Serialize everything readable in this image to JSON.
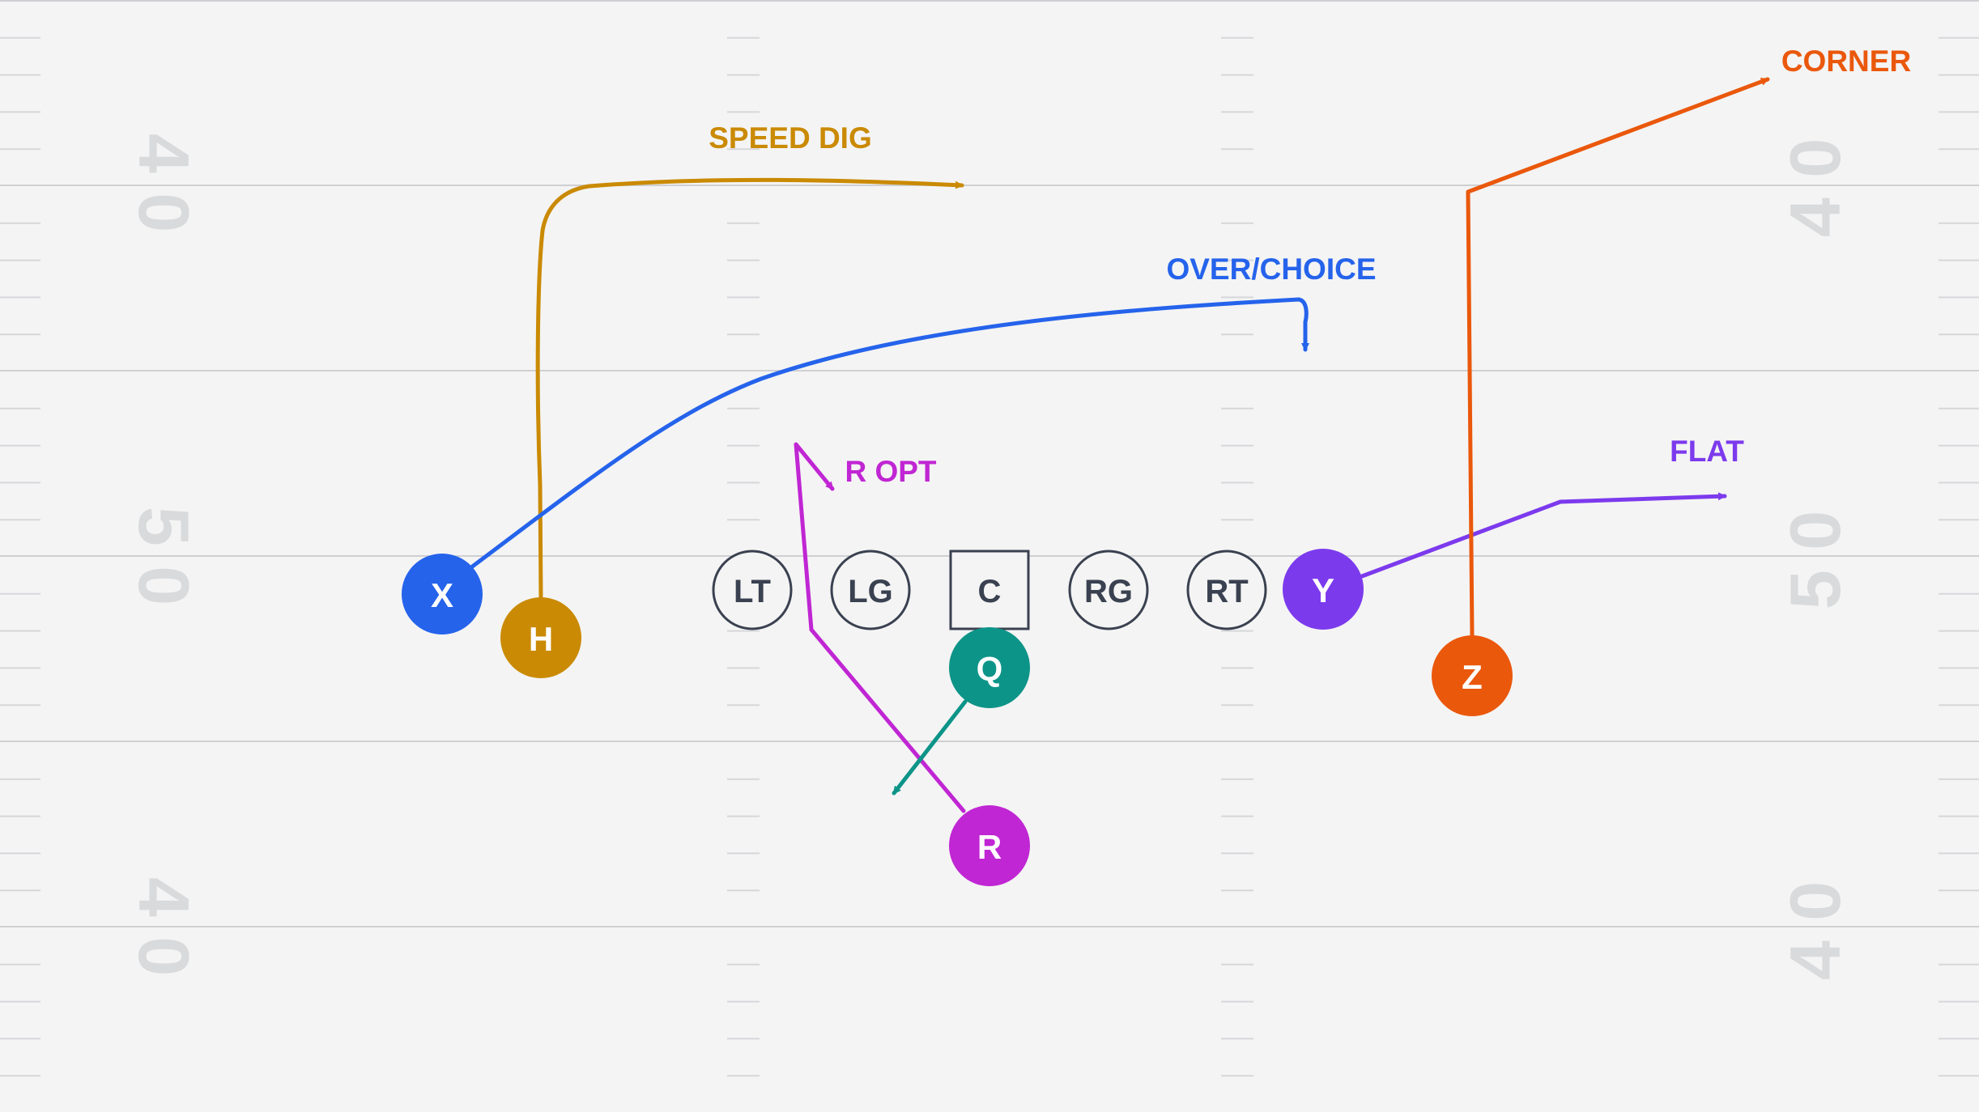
{
  "field": {
    "background": "#f4f4f4",
    "yard_numbers": {
      "top_left": "4 0",
      "mid_left": "5 0",
      "bottom_left": "4 0",
      "top_right": "4 0",
      "mid_right": "5 0",
      "bottom_right": "4 0"
    }
  },
  "offensive_line": {
    "lt": "LT",
    "lg": "LG",
    "c": "C",
    "rg": "RG",
    "rt": "RT"
  },
  "players": {
    "x": {
      "label": "X",
      "color": "#2563eb"
    },
    "h": {
      "label": "H",
      "color": "#ca8a04"
    },
    "y": {
      "label": "Y",
      "color": "#7c3aed"
    },
    "q": {
      "label": "Q",
      "color": "#0d9488"
    },
    "r": {
      "label": "R",
      "color": "#c026d3"
    },
    "z": {
      "label": "Z",
      "color": "#ea580c"
    }
  },
  "routes": {
    "speed_dig": {
      "label": "SPEED DIG",
      "color": "#ca8a04"
    },
    "over_choice": {
      "label": "OVER/CHOICE",
      "color": "#2563eb"
    },
    "r_opt": {
      "label": "R OPT",
      "color": "#c026d3"
    },
    "flat": {
      "label": "FLAT",
      "color": "#7c3aed"
    },
    "corner": {
      "label": "CORNER",
      "color": "#ea580c"
    },
    "qb_drop": {
      "label": "",
      "color": "#0d9488"
    }
  }
}
